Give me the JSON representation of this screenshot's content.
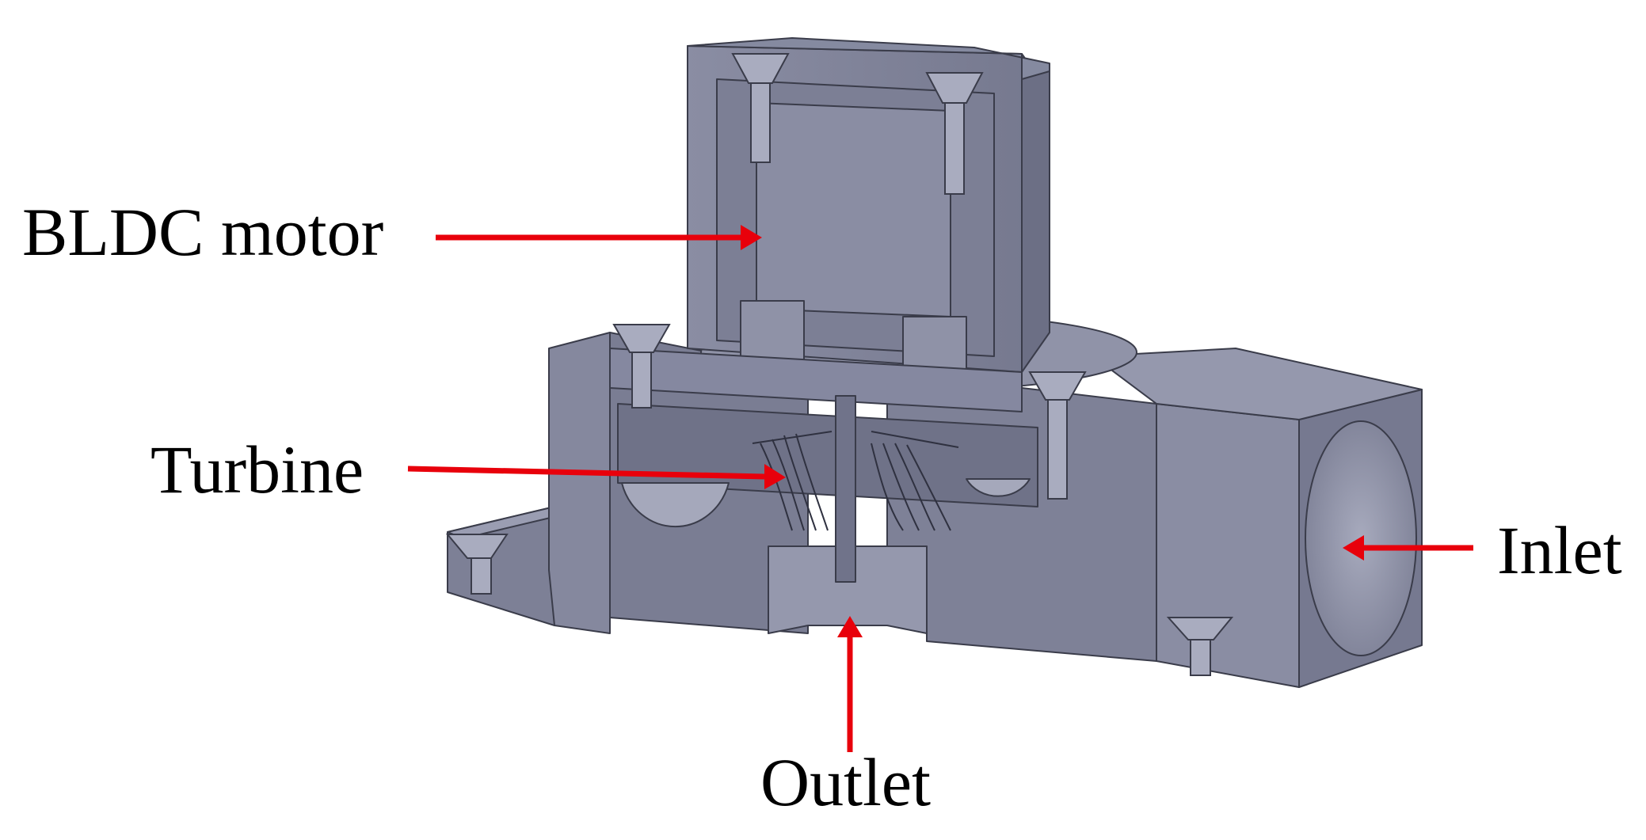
{
  "labels": {
    "bldc_motor": "BLDC motor",
    "turbine": "Turbine",
    "inlet": "Inlet",
    "outlet": "Outlet"
  },
  "colors": {
    "body": "#80839a",
    "body_light": "#9a9db2",
    "body_dark": "#5f6276",
    "edge": "#3a3c4a",
    "arrow": "#e8000b",
    "text": "#000000",
    "background": "#ffffff"
  }
}
